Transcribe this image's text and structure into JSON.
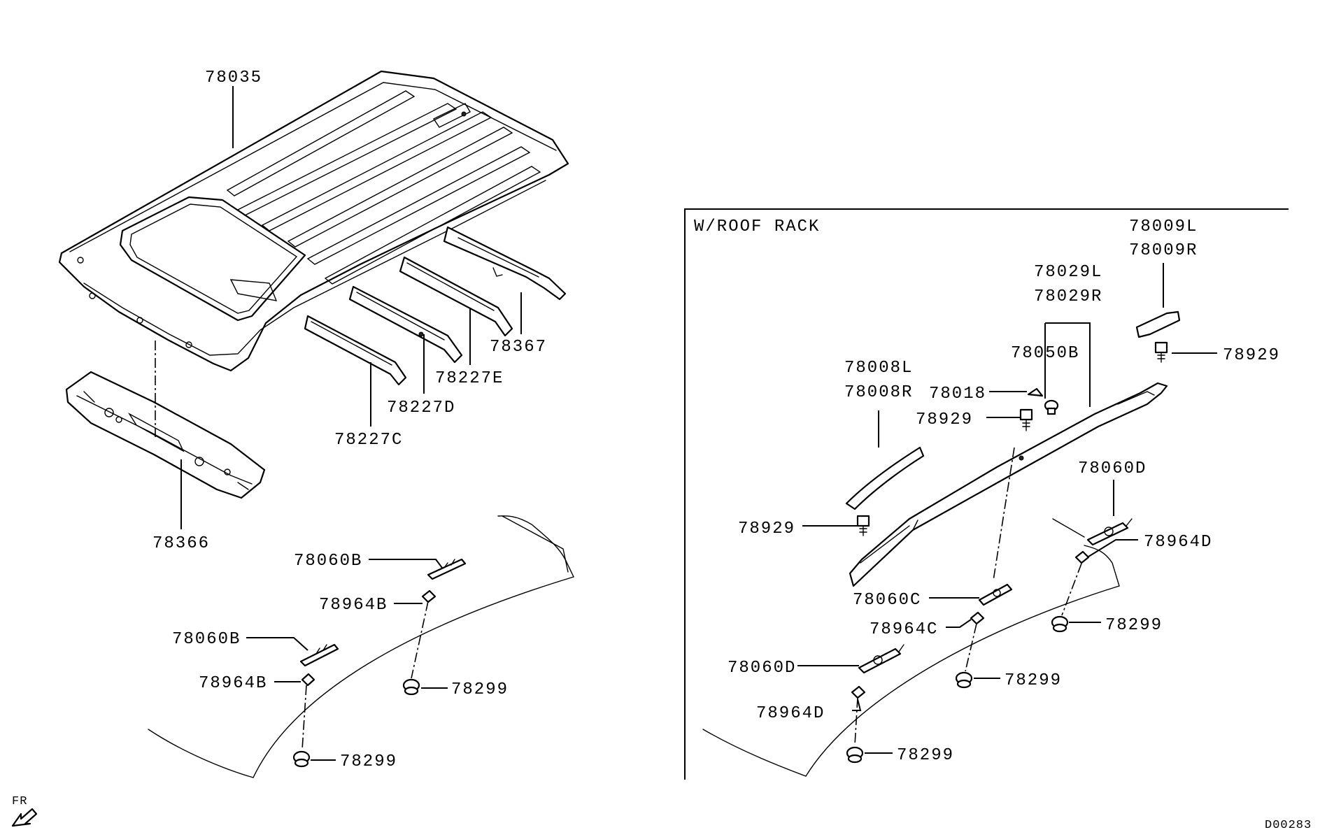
{
  "inset": {
    "title": "W/ROOF  RACK"
  },
  "direction": {
    "label": "FR"
  },
  "drawing_id": "D00283",
  "labels": {
    "p78035": "78035",
    "p78367": "78367",
    "p78227E": "78227E",
    "p78227D": "78227D",
    "p78227C": "78227C",
    "p78366": "78366",
    "p78060B_1": "78060B",
    "p78964B_1": "78964B",
    "p78060B_2": "78060B",
    "p78964B_2": "78964B",
    "p78299_1": "78299",
    "p78299_2": "78299",
    "p78009L": "78009L",
    "p78009R": "78009R",
    "p78029L": "78029L",
    "p78029R": "78029R",
    "p78050B": "78050B",
    "p78929_1": "78929",
    "p78008L": "78008L",
    "p78008R": "78008R",
    "p78018": "78018",
    "p78929_2": "78929",
    "p78060D_1": "78060D",
    "p78964D_1": "78964D",
    "p78929_3": "78929",
    "p78060C": "78060C",
    "p78299_3": "78299",
    "p78964C": "78964C",
    "p78060D_2": "78060D",
    "p78299_4": "78299",
    "p78964D_2": "78964D",
    "p78299_5": "78299"
  }
}
